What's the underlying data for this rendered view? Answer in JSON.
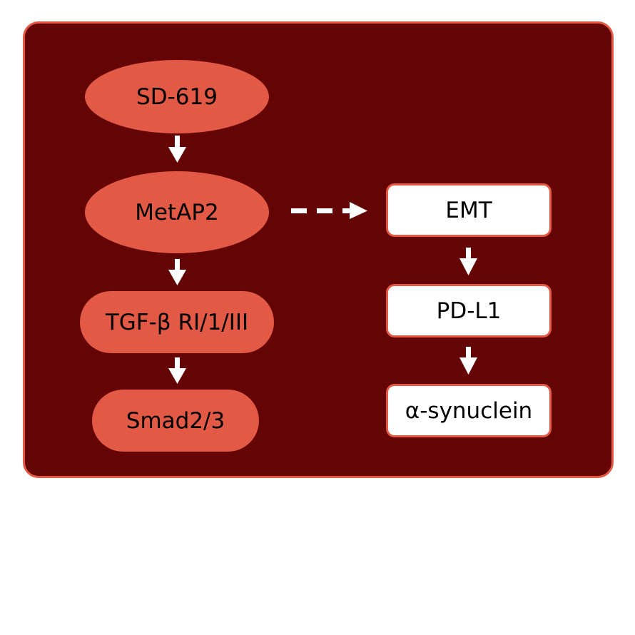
{
  "diagram": {
    "title": "SD-619 / MetAP2 signaling pathway",
    "colors": {
      "background": "#650404",
      "accent": "#E25A45",
      "box_fill": "#FFFFFF",
      "arrow": "#FFFFFF",
      "text": "#000000"
    },
    "left_chain": [
      {
        "id": "sd619",
        "label": "SD-619",
        "shape": "ellipse"
      },
      {
        "id": "metap2",
        "label": "MetAP2",
        "shape": "ellipse"
      },
      {
        "id": "tgfb",
        "label": "TGF-β RI/1/III",
        "shape": "pill"
      },
      {
        "id": "smad",
        "label": "Smad2/3",
        "shape": "pill"
      }
    ],
    "right_chain": [
      {
        "id": "emt",
        "label": "EMT",
        "shape": "rounded-box"
      },
      {
        "id": "pdl1",
        "label": "PD-L1",
        "shape": "rounded-box"
      },
      {
        "id": "asyn",
        "label": "α-synuclein",
        "shape": "rounded-box"
      }
    ],
    "edges": [
      {
        "from": "sd619",
        "to": "metap2",
        "style": "solid"
      },
      {
        "from": "metap2",
        "to": "tgfb",
        "style": "solid"
      },
      {
        "from": "tgfb",
        "to": "smad",
        "style": "solid"
      },
      {
        "from": "metap2",
        "to": "emt",
        "style": "dashed"
      },
      {
        "from": "emt",
        "to": "pdl1",
        "style": "solid"
      },
      {
        "from": "pdl1",
        "to": "asyn",
        "style": "solid"
      }
    ]
  }
}
